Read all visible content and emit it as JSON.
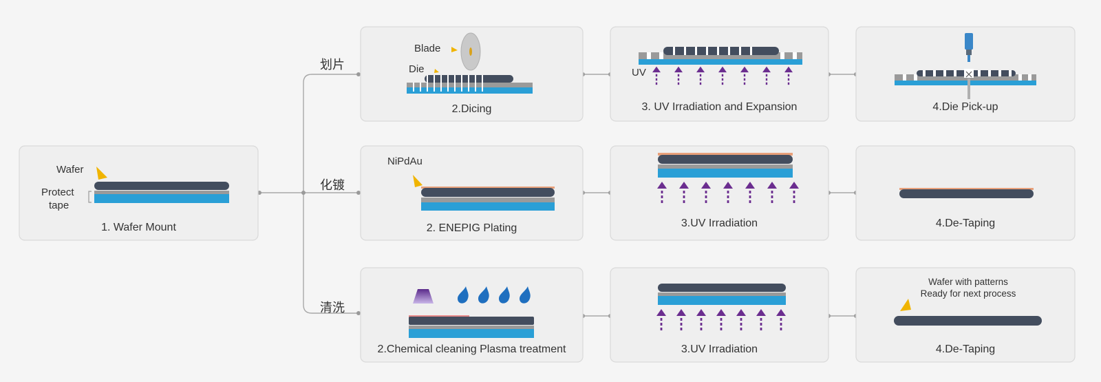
{
  "colors": {
    "background": "#f5f5f5",
    "card": "#efefef",
    "card_border": "#d9d9d9",
    "connector": "#a8a8a8",
    "wafer": "#434d5e",
    "tape_gray": "#9a9a9a",
    "tape_blue": "#2a9fd6",
    "pointer": "#f0b400",
    "uv_arrow": "#6b2d8f",
    "plating": "#e8a07a",
    "chemical": "#e88a8a",
    "droplet": "#1f6fbf",
    "tool": "#3a87c8"
  },
  "start": {
    "caption": "1. Wafer Mount",
    "wafer_label": "Wafer",
    "tape_label_line1": "Protect",
    "tape_label_line2": "tape"
  },
  "branches": [
    {
      "name": "划片",
      "steps": [
        {
          "caption": "2.Dicing",
          "labels": {
            "blade": "Blade",
            "die": "Die"
          }
        },
        {
          "caption": "3. UV Irradiation and Expansion",
          "labels": {
            "uv": "UV"
          }
        },
        {
          "caption": "4.Die Pick-up"
        }
      ]
    },
    {
      "name": "化镀",
      "steps": [
        {
          "caption": "2. ENEPIG Plating",
          "labels": {
            "plating": "NiPdAu"
          }
        },
        {
          "caption": "3.UV Irradiation"
        },
        {
          "caption": "4.De-Taping"
        }
      ]
    },
    {
      "name": "清洗",
      "steps": [
        {
          "caption": "2.Chemical cleaning Plasma treatment"
        },
        {
          "caption": "3.UV Irradiation"
        },
        {
          "caption": "4.De-Taping",
          "notes": {
            "line1": "Wafer with patterns",
            "line2": "Ready for next process"
          }
        }
      ]
    }
  ]
}
